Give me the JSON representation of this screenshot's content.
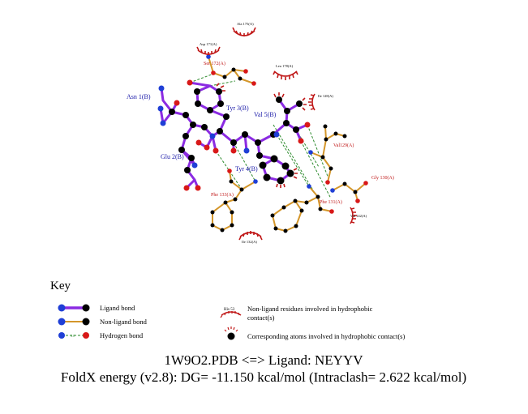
{
  "ligand_labels": [
    {
      "id": "asn1",
      "text": "Asn 1(B)"
    },
    {
      "id": "glu2",
      "text": "Glu 2(B)"
    },
    {
      "id": "tyr3",
      "text": "Tyr 3(B)"
    },
    {
      "id": "tyr4",
      "text": "Tyr 4(B)"
    },
    {
      "id": "val5",
      "text": "Val 5(B)"
    }
  ],
  "nonligand_labels": [
    {
      "id": "ser172",
      "text": "Ser 172(A)"
    },
    {
      "id": "val129",
      "text": "Val129(A)"
    },
    {
      "id": "gly130",
      "text": "Gly 130(A)"
    },
    {
      "id": "phe131",
      "text": "Phe 131(A)"
    },
    {
      "id": "phe133",
      "text": "Phe 133(A)"
    }
  ],
  "hydrophobic_labels": [
    {
      "id": "ala175",
      "text": "Ala 175(A)"
    },
    {
      "id": "asp171",
      "text": "Asp 171(A)"
    },
    {
      "id": "leu178",
      "text": "Leu 178(A)"
    },
    {
      "id": "ile128",
      "text": "Ile 128(A)"
    },
    {
      "id": "val142",
      "text": "Val 142(A)"
    },
    {
      "id": "ile132",
      "text": "Ile 132(A)"
    }
  ],
  "key": {
    "title": "Key",
    "ligand_bond": "Ligand bond",
    "nonligand_bond": "Non-ligand bond",
    "hydrogen_bond": "Hydrogen bond",
    "hbond_length": "3.0",
    "hydrophobic_residue_label": "His 53",
    "hydrophobic_residues_line1": "Non-ligand residues involved in hydrophobic",
    "hydrophobic_residues_line2": "contact(s)",
    "hydrophobic_atoms": "Corresponding atoms involved in hydrophobic contact(s)"
  },
  "caption": {
    "line1": "1W9O2.PDB <=> Ligand: NEYYV",
    "line2": "FoldX energy (v2.8): DG= -11.150 kcal/mol (Intraclash= 2.622 kcal/mol)"
  },
  "colors": {
    "ligand_bond": "#8b2be2",
    "nonligand_bond": "#d4962a",
    "hbond": "#2e8b2e",
    "carbon": "#000000",
    "nitrogen": "#1f3fd6",
    "oxygen": "#d81818",
    "hydrophobic_arc": "#c01818"
  }
}
